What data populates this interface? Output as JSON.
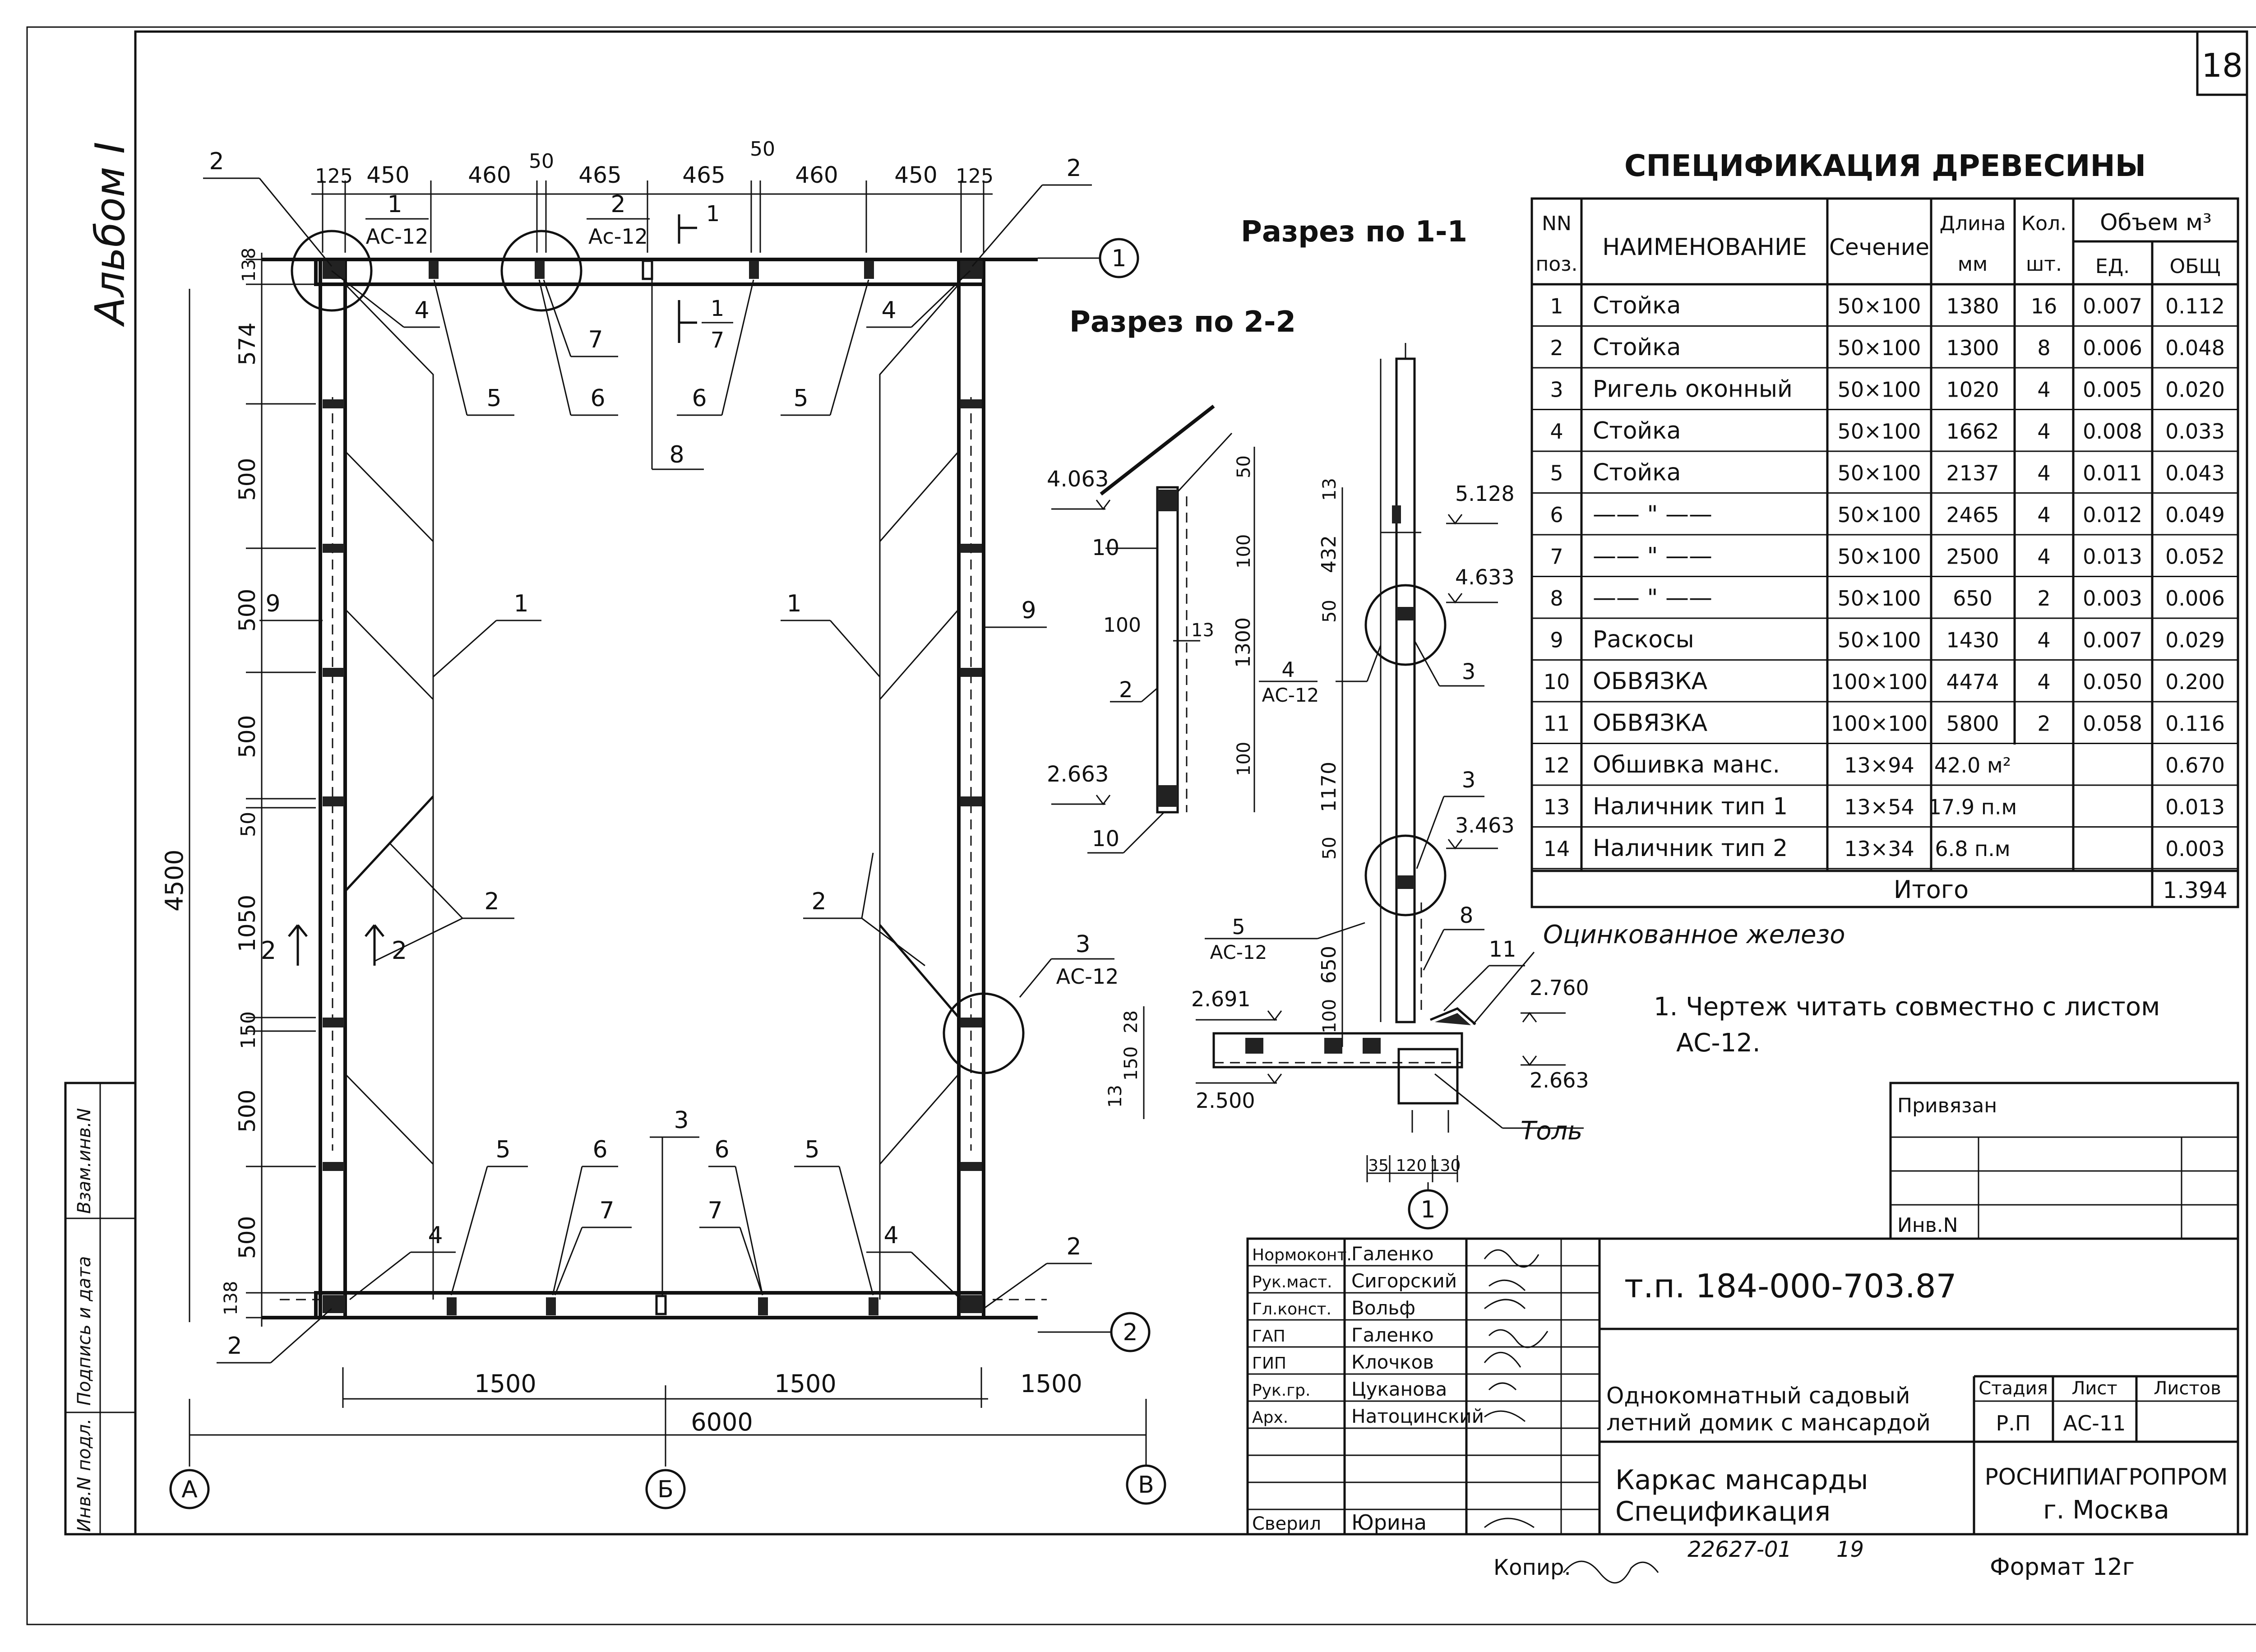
{
  "sheet_number": "18",
  "album": "Альбом I",
  "plan": {
    "top_dims": [
      "125",
      "450",
      "460",
      "50",
      "465",
      "465",
      "50",
      "460",
      "450",
      "125"
    ],
    "left_dims": [
      "138",
      "574",
      "500",
      "500",
      "500",
      "50",
      "1050",
      "150",
      "500",
      "500",
      "138"
    ],
    "overall_height": "4500",
    "bottom_dims": [
      "1500",
      "1500",
      "1500"
    ],
    "overall_width": "6000",
    "axes": [
      "1",
      "2",
      "А",
      "Б",
      "В"
    ],
    "marks": [
      "1",
      "2",
      "3",
      "4",
      "5",
      "6",
      "7",
      "8",
      "9"
    ],
    "callouts": [
      {
        "num": "1",
        "ref": "АС-12"
      },
      {
        "num": "2",
        "ref": "Ас-12"
      },
      {
        "num": "3",
        "ref": "АС-12"
      }
    ],
    "section_marks": {
      "s1": "1",
      "s1_sub": "7",
      "s2": "2"
    }
  },
  "section_titles": {
    "s1": "Разрез по 1-1",
    "s2": "Разрез по 2-2"
  },
  "section22": {
    "levels": [
      "4.063",
      "2.663"
    ],
    "dims": [
      "50",
      "100",
      "1300",
      "100",
      "13",
      "100"
    ],
    "marks": [
      "10",
      "2",
      "10"
    ]
  },
  "section11": {
    "levels": [
      "5.128",
      "4.633",
      "3.463",
      "2.760",
      "2.691",
      "2.663",
      "2.500"
    ],
    "dims": [
      "13",
      "432",
      "50",
      "1170",
      "50",
      "650",
      "100",
      "28",
      "150",
      "13",
      "35",
      "120",
      "130"
    ],
    "marks": [
      "3",
      "3",
      "8",
      "11"
    ],
    "callouts": [
      {
        "num": "4",
        "ref": "АС-12"
      },
      {
        "num": "5",
        "ref": "АС-12"
      }
    ],
    "labels": {
      "zinc": "Оцинкованное железо",
      "tol": "Толь",
      "axis": "1"
    }
  },
  "spec": {
    "title": "СПЕЦИФИКАЦИЯ ДРЕВЕСИНЫ",
    "headers": {
      "num1": "NN",
      "num2": "поз.",
      "name": "НАИМЕНОВАНИЕ",
      "section": "Сечение",
      "length1": "Длина",
      "length2": "мм",
      "qty1": "Кол.",
      "qty2": "шт.",
      "volume": "Объем м³",
      "unit": "ЕД.",
      "total": "ОБЩ"
    },
    "rows": [
      {
        "n": "1",
        "name": "Стойка",
        "sec": "50×100",
        "len": "1380",
        "qty": "16",
        "unit": "0.007",
        "total": "0.112"
      },
      {
        "n": "2",
        "name": "Стойка",
        "sec": "50×100",
        "len": "1300",
        "qty": "8",
        "unit": "0.006",
        "total": "0.048"
      },
      {
        "n": "3",
        "name": "Ригель оконный",
        "sec": "50×100",
        "len": "1020",
        "qty": "4",
        "unit": "0.005",
        "total": "0.020"
      },
      {
        "n": "4",
        "name": "Стойка",
        "sec": "50×100",
        "len": "1662",
        "qty": "4",
        "unit": "0.008",
        "total": "0.033"
      },
      {
        "n": "5",
        "name": "Стойка",
        "sec": "50×100",
        "len": "2137",
        "qty": "4",
        "unit": "0.011",
        "total": "0.043"
      },
      {
        "n": "6",
        "name": "—— \" ——",
        "sec": "50×100",
        "len": "2465",
        "qty": "4",
        "unit": "0.012",
        "total": "0.049"
      },
      {
        "n": "7",
        "name": "—— \" ——",
        "sec": "50×100",
        "len": "2500",
        "qty": "4",
        "unit": "0.013",
        "total": "0.052"
      },
      {
        "n": "8",
        "name": "—— \" ——",
        "sec": "50×100",
        "len": "650",
        "qty": "2",
        "unit": "0.003",
        "total": "0.006"
      },
      {
        "n": "9",
        "name": "Раскосы",
        "sec": "50×100",
        "len": "1430",
        "qty": "4",
        "unit": "0.007",
        "total": "0.029"
      },
      {
        "n": "10",
        "name": "ОБВЯЗКА",
        "sec": "100×100",
        "len": "4474",
        "qty": "4",
        "unit": "0.050",
        "total": "0.200"
      },
      {
        "n": "11",
        "name": "ОБВЯЗКА",
        "sec": "100×100",
        "len": "5800",
        "qty": "2",
        "unit": "0.058",
        "total": "0.116"
      },
      {
        "n": "12",
        "name": "Обшивка манс.",
        "sec": "13×94",
        "len": "42.0 м²",
        "qty": "",
        "unit": "",
        "total": "0.670"
      },
      {
        "n": "13",
        "name": "Наличник тип 1",
        "sec": "13×54",
        "len": "17.9 п.м",
        "qty": "",
        "unit": "",
        "total": "0.013"
      },
      {
        "n": "14",
        "name": "Наличник тип 2",
        "sec": "13×34",
        "len": "6.8 п.м",
        "qty": "",
        "unit": "",
        "total": "0.003"
      }
    ],
    "total_label": "Итого",
    "total_value": "1.394"
  },
  "note": {
    "line1": "1. Чертеж читать совместно с листом",
    "line2": "АС-12."
  },
  "stamp": {
    "privyazan": "Привязан",
    "inv": "Инв.N",
    "code": "т.п. 184-000-703.87",
    "project1": "Однокомнатный садовый",
    "project2": "летний домик с мансардой",
    "title1": "Каркас мансарды",
    "title2": "Спецификация",
    "org1": "РОСНИПИАГРОПРОМ",
    "org2": "г. Москва",
    "stage_h": "Стадия",
    "sheet_h": "Лист",
    "sheets_h": "Листов",
    "stage": "Р.П",
    "sheet": "АС-11",
    "people": [
      {
        "role": "Нормоконт.",
        "name": "Галенко"
      },
      {
        "role": "Рук.маст.",
        "name": "Сигорский"
      },
      {
        "role": "Гл.конст.",
        "name": "Вольф"
      },
      {
        "role": "ГАП",
        "name": "Галенко"
      },
      {
        "role": "ГИП",
        "name": "Клочков"
      },
      {
        "role": "Рук.гр.",
        "name": "Цуканова"
      },
      {
        "role": "Арх.",
        "name": "Натоцинский"
      }
    ],
    "checked_role": "Сверил",
    "checked_name": "Юрина"
  },
  "margin": {
    "inv_podl": "Инв.N подл.",
    "podp": "Подпись и дата",
    "vzam": "Взам.инв.N"
  },
  "footer": {
    "kopir": "Копир.",
    "num": "22627-01",
    "n19": "19",
    "format": "Формат 12г"
  }
}
